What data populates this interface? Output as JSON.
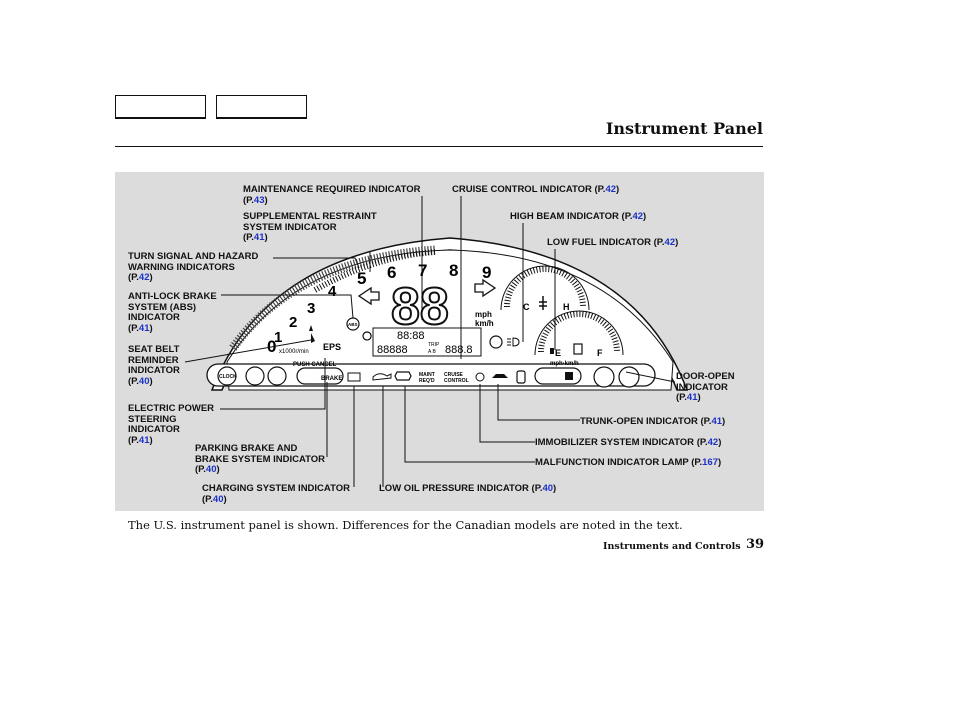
{
  "page": {
    "title": "Instrument Panel",
    "caption": "The U.S. instrument panel is shown. Differences for the Canadian models are noted in the text.",
    "footer_section": "Instruments and Controls",
    "page_number": "39"
  },
  "colors": {
    "page_ref": "#1a32c8",
    "panel_background": "#dcdcdc"
  },
  "labels": {
    "maint": {
      "lines": [
        "MAINTENANCE REQUIRED INDICATOR"
      ],
      "page": "43"
    },
    "srs": {
      "lines": [
        "SUPPLEMENTAL RESTRAINT",
        "SYSTEM INDICATOR"
      ],
      "page": "41"
    },
    "turn": {
      "lines": [
        "TURN SIGNAL AND HAZARD",
        "WARNING INDICATORS"
      ],
      "page": "42"
    },
    "abs": {
      "lines": [
        "ANTI-LOCK BRAKE",
        "SYSTEM (ABS)",
        "INDICATOR"
      ],
      "page": "41"
    },
    "seatbelt": {
      "lines": [
        "SEAT BELT",
        "REMINDER",
        "INDICATOR"
      ],
      "page": "40"
    },
    "eps": {
      "lines": [
        "ELECTRIC POWER",
        "STEERING",
        "INDICATOR"
      ],
      "page": "41"
    },
    "parking": {
      "lines": [
        "PARKING BRAKE AND",
        "BRAKE SYSTEM INDICATOR"
      ],
      "page": "40"
    },
    "charging": {
      "lines": [
        "CHARGING SYSTEM INDICATOR"
      ],
      "page": "40"
    },
    "oil": {
      "lines": [
        "LOW OIL PRESSURE INDICATOR"
      ],
      "page": "40"
    },
    "cruise": {
      "lines": [
        "CRUISE CONTROL INDICATOR"
      ],
      "page": "42"
    },
    "highbeam": {
      "lines": [
        "HIGH BEAM INDICATOR"
      ],
      "page": "42"
    },
    "fuel": {
      "lines": [
        "LOW FUEL INDICATOR"
      ],
      "page": "42"
    },
    "door": {
      "lines": [
        "DOOR-OPEN",
        "INDICATOR"
      ],
      "page": "41"
    },
    "trunk": {
      "lines": [
        "TRUNK-OPEN INDICATOR"
      ],
      "page": "41"
    },
    "immob": {
      "lines": [
        "IMMOBILIZER SYSTEM INDICATOR"
      ],
      "page": "42"
    },
    "mil": {
      "lines": [
        "MALFUNCTION INDICATOR LAMP"
      ],
      "page": "167"
    }
  },
  "cluster": {
    "tach_digits": [
      "0",
      "1",
      "2",
      "3",
      "4",
      "5",
      "6",
      "7",
      "8",
      "9"
    ],
    "tach_unit": "x1000r/min",
    "speed_digits": "88",
    "speed_units": [
      "mph",
      "km/h"
    ],
    "lcd_clock": "88:88",
    "lcd_odometer": "88888",
    "lcd_trip": "888.8",
    "trip_labels": [
      "TRIP",
      "A  B"
    ],
    "eps_text": "EPS",
    "abs_text": "ABS",
    "push_cancel": "PUSH CANCEL",
    "clock_button": "CLOCK",
    "brake_text": "BRAKE",
    "maint_text": [
      "MAINT",
      "REQ'D"
    ],
    "cruise_text": [
      "CRUISE",
      "CONTROL"
    ],
    "mph_kmh_button": "mph·km/h",
    "temp_letters": [
      "C",
      "H"
    ],
    "fuel_letters": [
      "E",
      "F"
    ]
  }
}
